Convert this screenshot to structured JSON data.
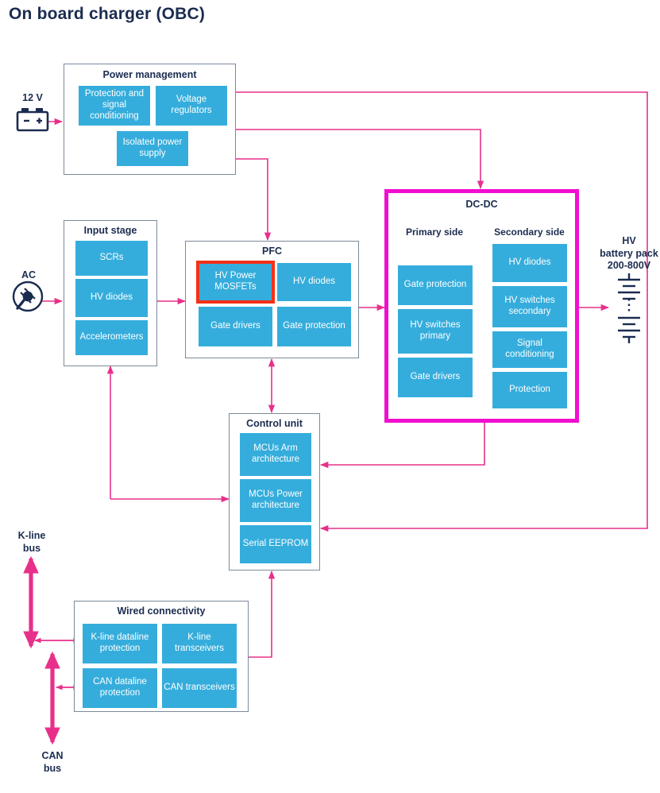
{
  "title": "On board charger (OBC)",
  "colors": {
    "block_blue": "#35ADDC",
    "wire_pink": "#e8308a",
    "highlight_red": "#f43017",
    "dcdc_magenta": "#f20ed0",
    "text_navy": "#1b2c50",
    "group_border": "#7b8a9a"
  },
  "sources": {
    "battery_label": "12 V",
    "ac_label": "AC",
    "hv_battery_label": "HV\nbattery pack\n200-800V",
    "hv_battery_line1": "HV",
    "hv_battery_line2": "battery pack",
    "hv_battery_line3": "200-800V",
    "battery_plus": "+",
    "battery_minus": "−",
    "hv_plus": "+",
    "hv_minus": "-"
  },
  "buses": {
    "kline_line1": "K-line",
    "kline_line2": "bus",
    "can_line1": "CAN",
    "can_line2": "bus"
  },
  "groups": {
    "power_management": {
      "title": "Power management",
      "blocks": [
        {
          "label": "Protection and signal conditioning"
        },
        {
          "label": "Voltage regulators"
        },
        {
          "label": "Isolated power supply"
        }
      ]
    },
    "input_stage": {
      "title": "Input stage",
      "blocks": [
        {
          "label": "SCRs"
        },
        {
          "label": "HV diodes"
        },
        {
          "label": "Accelerometers"
        }
      ]
    },
    "pfc": {
      "title": "PFC",
      "blocks": [
        {
          "label": "HV Power MOSFETs",
          "highlighted": true
        },
        {
          "label": "HV diodes",
          "highlighted": false
        },
        {
          "label": "Gate drivers",
          "highlighted": false
        },
        {
          "label": "Gate protection",
          "highlighted": false
        }
      ]
    },
    "dcdc": {
      "title": "DC-DC",
      "primary_title": "Primary side",
      "secondary_title": "Secondary side",
      "primary_blocks": [
        {
          "label": "Gate protection"
        },
        {
          "label": "HV switches primary"
        },
        {
          "label": "Gate drivers"
        }
      ],
      "secondary_blocks": [
        {
          "label": "HV diodes"
        },
        {
          "label": "HV switches secondary"
        },
        {
          "label": "Signal conditioning"
        },
        {
          "label": "Protection"
        }
      ]
    },
    "control_unit": {
      "title": "Control unit",
      "blocks": [
        {
          "label": "MCUs Arm architecture"
        },
        {
          "label": "MCUs Power architecture"
        },
        {
          "label": "Serial EEPROM"
        }
      ]
    },
    "wired_connectivity": {
      "title": "Wired connectivity",
      "blocks": [
        {
          "label": "K-line dataline protection"
        },
        {
          "label": "K-line transceivers"
        },
        {
          "label": "CAN dataline protection"
        },
        {
          "label": "CAN transceivers"
        }
      ]
    }
  },
  "icons": {
    "battery": "battery-12v-icon",
    "ac_plug": "ac-plug-icon",
    "hv_battery_stack": "hv-battery-stack-icon"
  }
}
